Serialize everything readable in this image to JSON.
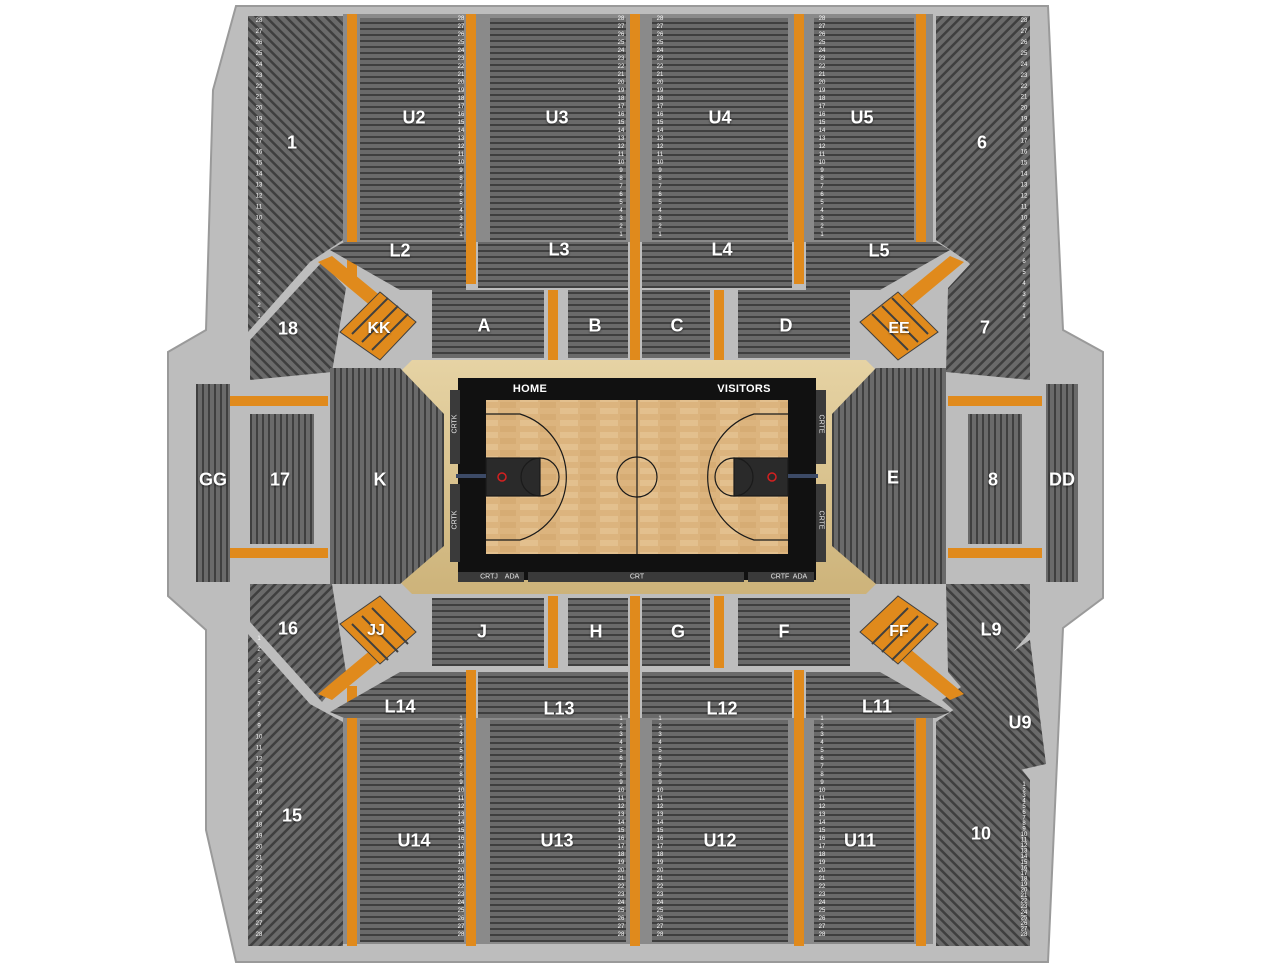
{
  "venue_map": {
    "court": {
      "home_label": "HOME",
      "visitors_label": "VISITORS",
      "floor_tags": {
        "crt": "CRT",
        "crtj": "CRTJ",
        "crtf": "CRTF",
        "crtk": "CRTK",
        "crte": "CRTE",
        "ada": "ADA"
      }
    },
    "upper_sections": {
      "top": [
        "U2",
        "U3",
        "U4",
        "U5"
      ],
      "bottom": [
        "U14",
        "U13",
        "U12",
        "U11"
      ],
      "corner_right": "U9"
    },
    "lower_sections": {
      "top": [
        "L2",
        "L3",
        "L4",
        "L5"
      ],
      "bottom": [
        "L14",
        "L13",
        "L12",
        "L11"
      ],
      "right": "L9"
    },
    "courtside_sections": {
      "top": [
        "A",
        "B",
        "C",
        "D"
      ],
      "bottom": [
        "J",
        "H",
        "G",
        "F"
      ],
      "left": "K",
      "right": "E",
      "corners": [
        "KK",
        "EE",
        "JJ",
        "FF"
      ]
    },
    "side_sections": {
      "left": [
        "1",
        "18",
        "17",
        "16",
        "15",
        "GG"
      ],
      "right": [
        "6",
        "7",
        "8",
        "10",
        "DD"
      ]
    },
    "row_range": {
      "first": 1,
      "last": 28
    },
    "colors": {
      "background": "#ffffff",
      "concourse": "#b9b9b9",
      "seat_dark": "#4a4a4a",
      "seat_mid": "#5a5a5a",
      "aisle_orange": "#e08a1c",
      "court_wood": "#deb985",
      "court_border": "#111111",
      "apron": "#d9c38e"
    }
  }
}
